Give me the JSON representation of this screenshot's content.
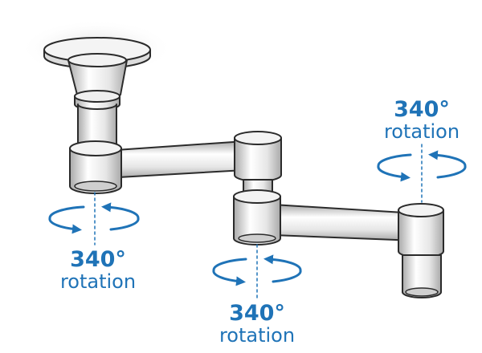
{
  "labels": {
    "joint_a": {
      "degrees": "340°",
      "word": "rotation"
    },
    "joint_b": {
      "degrees": "340°",
      "word": "rotation"
    },
    "joint_c": {
      "degrees": "340°",
      "word": "rotation"
    }
  },
  "colors": {
    "accent": "#1f73b7",
    "outline": "#2b2b2b",
    "metal_light": "#ffffff",
    "metal_mid": "#dcdcdc",
    "metal_dark": "#a9a9a9"
  }
}
